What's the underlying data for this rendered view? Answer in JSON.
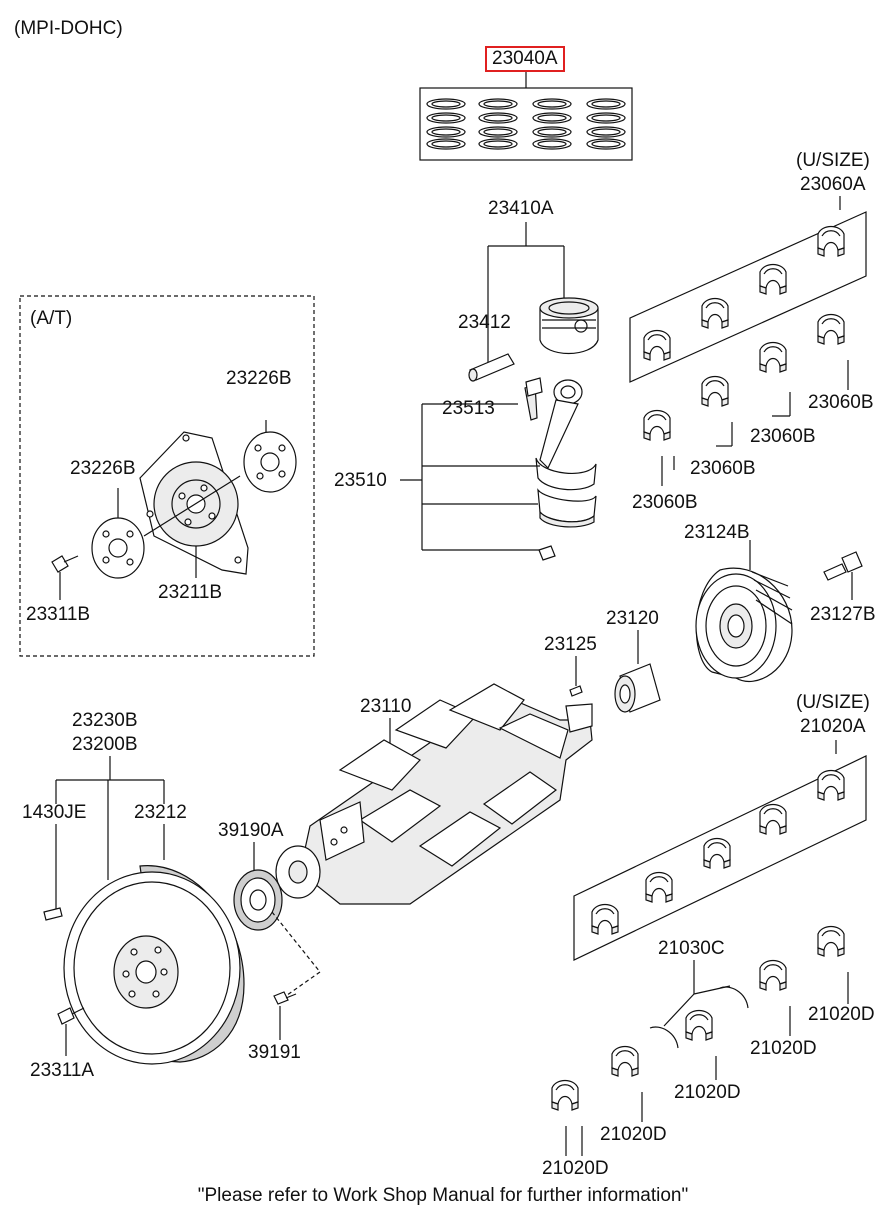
{
  "header": {
    "engine": "(MPI-DOHC)"
  },
  "groups": {
    "at": "(A/T)",
    "usize_upper": "(U/SIZE)",
    "usize_lower": "(U/SIZE)"
  },
  "labels": {
    "ring_set": "23040A",
    "piston_assy": "23410A",
    "piston_pin": "23412",
    "bolt_rod": "23513",
    "rod_assy": "23510",
    "bearing_upper_set": "23060A",
    "bearing_upper_1": "23060B",
    "bearing_upper_2": "23060B",
    "bearing_upper_3": "23060B",
    "bearing_upper_4": "23060B",
    "plate_a": "23226B",
    "plate_b": "23226B",
    "drive_plate": "23211B",
    "bolt_at": "23311B",
    "pulley": "23124B",
    "pulley_bolt": "23127B",
    "sprocket": "23120",
    "key": "23125",
    "crankshaft": "23110",
    "flywheel_1": "23230B",
    "flywheel_2": "23200B",
    "pin_1430": "1430JE",
    "ring_gear": "23212",
    "sensor_wheel": "39190A",
    "bolt_sensor": "39191",
    "bolt_flywheel": "23311A",
    "main_bearing_set": "21020A",
    "thrust_washer": "21030C",
    "main_1": "21020D",
    "main_2": "21020D",
    "main_3": "21020D",
    "main_4": "21020D",
    "main_5": "21020D"
  },
  "footer": {
    "note": "\"Please refer to Work Shop Manual for further information\""
  },
  "colors": {
    "highlight": "#e02020",
    "line": "#111111"
  }
}
